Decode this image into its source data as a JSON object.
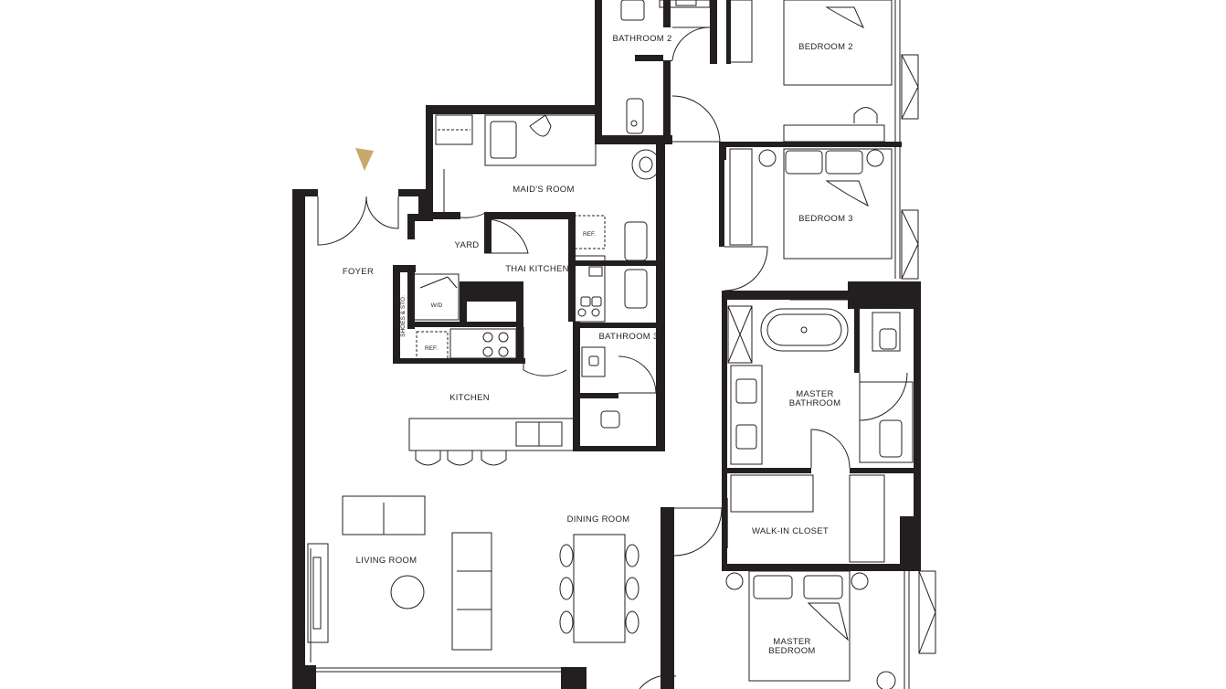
{
  "plan": {
    "colors": {
      "wall": "#231f20",
      "entry_marker": "#c8a96b",
      "background": "#ffffff"
    },
    "rooms": {
      "bathroom_2": "BATHROOM 2",
      "bedroom_2": "BEDROOM 2",
      "maids_room": "MAID'S ROOM",
      "bedroom_3": "BEDROOM 3",
      "yard": "YARD",
      "foyer": "FOYER",
      "thai_kitchen": "THAI KITCHEN",
      "bathroom_3": "BATHROOM 3",
      "kitchen": "KITCHEN",
      "master_bathroom_line1": "MASTER",
      "master_bathroom_line2": "BATHROOM",
      "dining_room": "DINING ROOM",
      "walk_in_closet": "WALK-IN CLOSET",
      "living_room": "LIVING ROOM",
      "master_bedroom_line1": "MASTER",
      "master_bedroom_line2": "BEDROOM"
    },
    "fixtures": {
      "ref_thai": "REF.",
      "washer_dryer": "W/D",
      "shoes_storage": "SHOES & STO.",
      "ref_kitchen": "REF."
    },
    "entry_marker_icon": "entry-arrow-icon"
  }
}
